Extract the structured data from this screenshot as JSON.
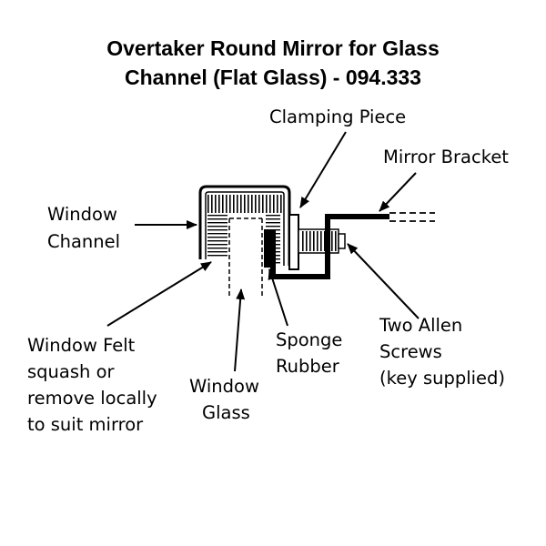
{
  "title": {
    "line1": "Overtaker Round Mirror for Glass",
    "line2": "Channel (Flat Glass) - 094.333"
  },
  "labels": {
    "clamping_piece": "Clamping Piece",
    "mirror_bracket": "Mirror Bracket",
    "window_channel_1": "Window",
    "window_channel_2": "Channel",
    "window_felt_1": "Window Felt",
    "window_felt_2": "squash or",
    "window_felt_3": "remove locally",
    "window_felt_4": "to suit mirror",
    "window_glass_1": "Window",
    "window_glass_2": "Glass",
    "sponge_rubber_1": "Sponge",
    "sponge_rubber_2": "Rubber",
    "allen_screws_1": "Two Allen",
    "allen_screws_2": "Screws",
    "allen_screws_3": "(key supplied)"
  },
  "colors": {
    "ink": "#000000",
    "background": "#ffffff"
  }
}
